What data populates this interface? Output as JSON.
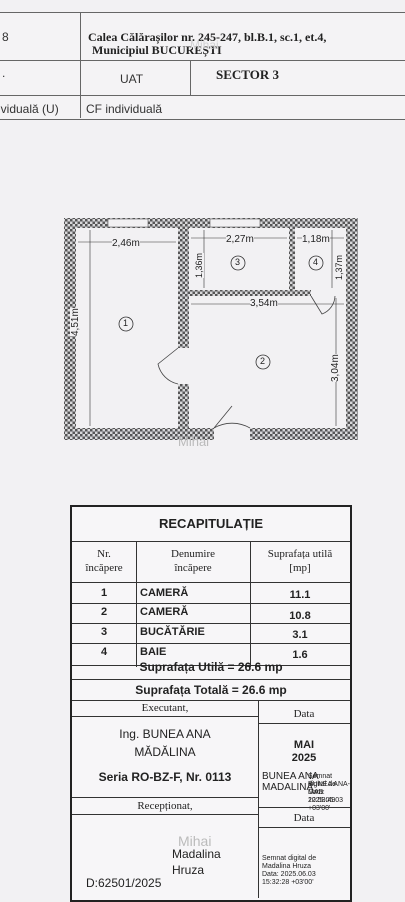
{
  "header": {
    "left_col_top": "8",
    "address_line1": "Calea Călărașilor nr. 245-247, bl.B.1, sc.1, et.4,",
    "address_line2": "Municipiul BUCUREȘTI",
    "left_col_mid": ".",
    "uat_label": "UAT",
    "uat_value": "SECTOR 3",
    "individual_u": "ividuală (U)",
    "cf_individual": "CF individuală"
  },
  "plan": {
    "dims": {
      "d_top_left": "2,46m",
      "d_top_mid": "2,27m",
      "d_top_right": "1,18m",
      "d_left_height": "4,51m",
      "d_kitchen_height": "1,36m",
      "d_bath_height": "1,37m",
      "d_mid_width": "3,54m",
      "d_right_height": "3,04m"
    },
    "rooms": [
      "1",
      "2",
      "3",
      "4"
    ],
    "watermark": "Mihai"
  },
  "recap": {
    "title": "RECAPITULAȚIE",
    "col_nr": [
      "Nr.",
      "încăpere"
    ],
    "col_name": [
      "Denumire",
      "încăpere"
    ],
    "col_area": [
      "Suprafața utilă",
      "[mp]"
    ],
    "rows": [
      {
        "nr": "1",
        "name": "CAMERĂ",
        "area": "11.1"
      },
      {
        "nr": "2",
        "name": "CAMERĂ",
        "area": "10.8"
      },
      {
        "nr": "3",
        "name": "BUCĂTĂRIE",
        "area": "3.1"
      },
      {
        "nr": "4",
        "name": "BAIE",
        "area": "1.6"
      }
    ],
    "sum_util": "Suprafața Utilă = 26.6 mp",
    "sum_total": "Suprafața Totală = 26.6 mp",
    "executant_label": "Executant,",
    "data_label": "Data",
    "executant_name": [
      "Ing. BUNEA ANA",
      "MĂDĂLINA"
    ],
    "serie": "Seria RO-BZ-F, Nr. 0113",
    "date_main": [
      "MAI",
      "2025"
    ],
    "sign_bunea_name": [
      "BUNEA ANA",
      "MADALINA"
    ],
    "sign_bunea_digital": [
      "Semnat digital de",
      "BUNEA ANA-MAD",
      "Data: 2025.06.03",
      "12:53:49 +03'00'"
    ],
    "receptionat_label": "Recepționat,",
    "data_label2": "Data",
    "receptionat_name": [
      "Madalina",
      "Hruza"
    ],
    "sign_hruza_digital": [
      "Semnat digital de",
      "Madalina Hruza",
      "Data: 2025.06.03",
      "15:32:28 +03'00'"
    ],
    "doc_id": "D:62501/2025",
    "watermark": "Mihai"
  }
}
